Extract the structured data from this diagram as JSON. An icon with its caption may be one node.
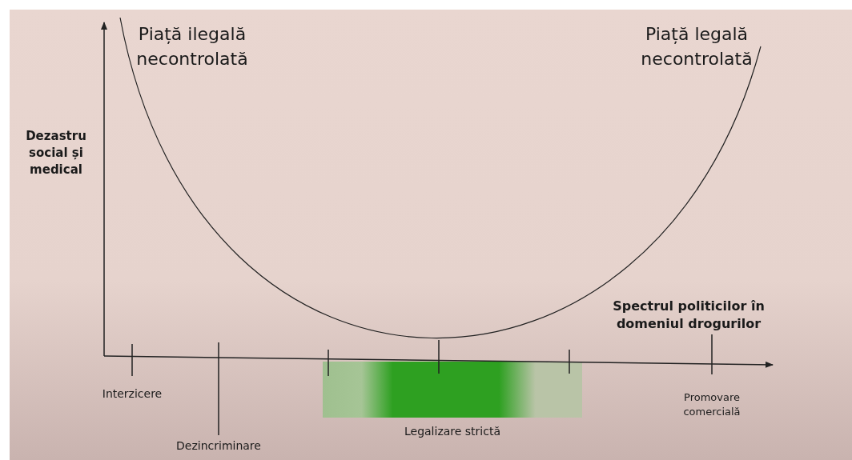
{
  "diagram": {
    "labels": [
      "Piață ilegală necontrolată",
      "Piață legală necontrolată",
      "Dezastru social și medical",
      "Spectrul politicilor în domeniul drogurilor",
      "Interzicere",
      "Dezincriminare",
      "Legalizare strictă",
      "Promovare comercială"
    ]
  }
}
